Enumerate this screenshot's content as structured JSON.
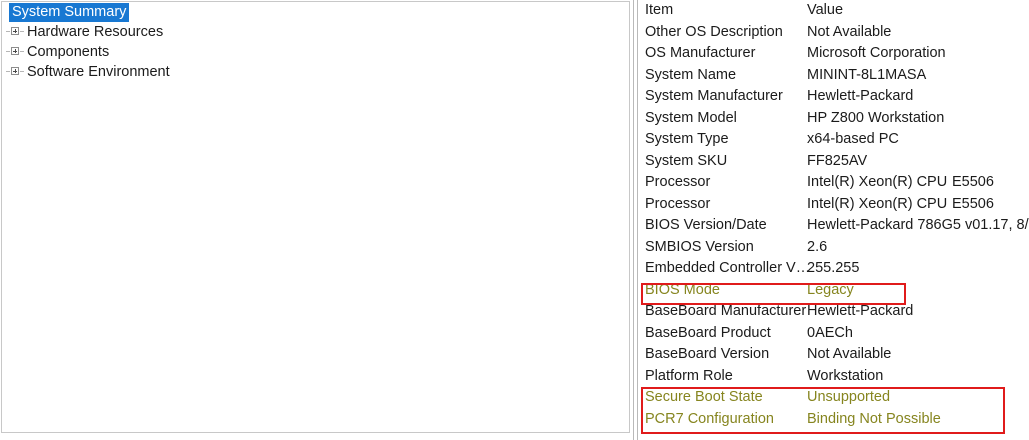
{
  "tree": {
    "selected_node": "System Summary",
    "nodes": [
      {
        "label": "Hardware Resources",
        "expander": "plus-box-icon"
      },
      {
        "label": "Components",
        "expander": "plus-box-icon"
      },
      {
        "label": "Software Environment",
        "expander": "plus-box-icon"
      }
    ]
  },
  "list": {
    "columns": {
      "item": "Item",
      "value": "Value"
    },
    "rows": [
      {
        "item": "Other OS Description",
        "value": "Not Available",
        "extra": "",
        "warn": false
      },
      {
        "item": "OS Manufacturer",
        "value": "Microsoft Corporation",
        "extra": "",
        "warn": false
      },
      {
        "item": "System Name",
        "value": "MININT-8L1MASA",
        "extra": "",
        "warn": false
      },
      {
        "item": "System Manufacturer",
        "value": "Hewlett-Packard",
        "extra": "",
        "warn": false
      },
      {
        "item": "System Model",
        "value": "HP Z800 Workstation",
        "extra": "",
        "warn": false
      },
      {
        "item": "System Type",
        "value": "x64-based PC",
        "extra": "",
        "warn": false
      },
      {
        "item": "System SKU",
        "value": "FF825AV",
        "extra": "",
        "warn": false
      },
      {
        "item": "Processor",
        "value": "Intel(R) Xeon(R) CPU",
        "extra": "E5506",
        "warn": false
      },
      {
        "item": "Processor",
        "value": "Intel(R) Xeon(R) CPU",
        "extra": "E5506",
        "warn": false
      },
      {
        "item": "BIOS Version/Date",
        "value": "Hewlett-Packard 786G5 v01.17, 8/",
        "extra": "",
        "warn": false
      },
      {
        "item": "SMBIOS Version",
        "value": "2.6",
        "extra": "",
        "warn": false
      },
      {
        "item": "Embedded Controller V…",
        "value": "255.255",
        "extra": "",
        "warn": false
      },
      {
        "item": "BIOS Mode",
        "value": "Legacy",
        "extra": "",
        "warn": true
      },
      {
        "item": "BaseBoard Manufacturer",
        "value": "Hewlett-Packard",
        "extra": "",
        "warn": false
      },
      {
        "item": "BaseBoard Product",
        "value": "0AECh",
        "extra": "",
        "warn": false
      },
      {
        "item": "BaseBoard Version",
        "value": "Not Available",
        "extra": "",
        "warn": false
      },
      {
        "item": "Platform Role",
        "value": "Workstation",
        "extra": "",
        "warn": false
      },
      {
        "item": "Secure Boot State",
        "value": "Unsupported",
        "extra": "",
        "warn": true
      },
      {
        "item": "PCR7 Configuration",
        "value": "Binding Not Possible",
        "extra": "",
        "warn": true
      }
    ]
  },
  "annotations": {
    "bios_mode_highlight": "BIOS Mode",
    "secure_boot_highlight": "Secure Boot State / PCR7 Configuration"
  },
  "colors": {
    "selection_blue": "#1878d2",
    "highlight_red": "#e01b1b",
    "warning_olive": "#86851f",
    "text": "#1b1b1b",
    "panel_border": "#c8c8c8"
  }
}
